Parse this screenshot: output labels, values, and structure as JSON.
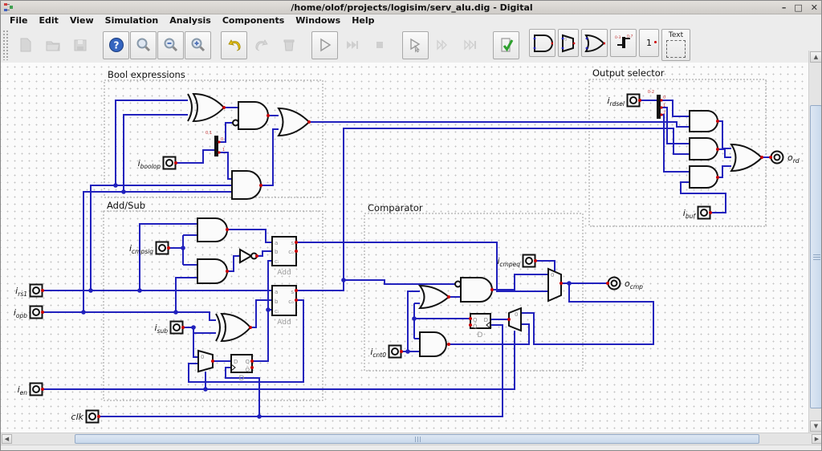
{
  "window": {
    "title": "/home/olof/projects/logisim/serv_alu.dig - Digital",
    "minimize": "–",
    "maximize": "□",
    "close": "✕"
  },
  "menu": [
    "File",
    "Edit",
    "View",
    "Simulation",
    "Analysis",
    "Components",
    "Windows",
    "Help"
  ],
  "toolbar": {
    "buttons": [
      "new",
      "open",
      "save",
      "help",
      "zoom-fit",
      "zoom-out",
      "zoom-in",
      "undo",
      "redo",
      "delete",
      "run",
      "run-to-break",
      "stop",
      "gate-step",
      "micro-step",
      "micro-run",
      "test",
      "add-and-gate",
      "add-multiplexer",
      "add-or-gate",
      "add-splitter",
      "add-constant",
      "add-text"
    ],
    "const_label": "1",
    "text_label": "Text"
  },
  "canvas": {
    "sections": [
      {
        "label": "Bool expressions"
      },
      {
        "label": "Add/Sub"
      },
      {
        "label": "Comparator"
      },
      {
        "label": "Output selector"
      }
    ],
    "inputs": [
      {
        "base": "i",
        "sub": "rs1"
      },
      {
        "base": "i",
        "sub": "opb"
      },
      {
        "base": "i",
        "sub": "en"
      },
      {
        "base": "clk",
        "sub": ""
      },
      {
        "base": "i",
        "sub": "boolop"
      },
      {
        "base": "i",
        "sub": "cmpsig"
      },
      {
        "base": "i",
        "sub": "sub"
      },
      {
        "base": "i",
        "sub": "cmpeq"
      },
      {
        "base": "i",
        "sub": "cnt0"
      },
      {
        "base": "i",
        "sub": "rdsel"
      },
      {
        "base": "i",
        "sub": "buf"
      }
    ],
    "outputs": [
      {
        "base": "o",
        "sub": "rd"
      },
      {
        "base": "o",
        "sub": "cmp"
      }
    ],
    "blocks": {
      "adder": {
        "a": "a",
        "b": "b",
        "ci": "cᵢ",
        "s": "s",
        "co": "cₒ",
        "name": "Add"
      },
      "dff": {
        "d": "D",
        "c": "C",
        "q": "Q",
        "qn": "Q̄",
        "name": "D"
      },
      "mux": {
        "zero": "0"
      },
      "splitter_boolop": {
        "range": "0,1",
        "bit0": "0",
        "bit1": "1"
      },
      "splitter_rdsel": {
        "range": "0-2",
        "bit0": "0",
        "bit1": "1",
        "bit2": "2"
      }
    },
    "colors": {
      "wire": "#2121bd",
      "pin": "#c80000",
      "gate": "#111111"
    }
  }
}
